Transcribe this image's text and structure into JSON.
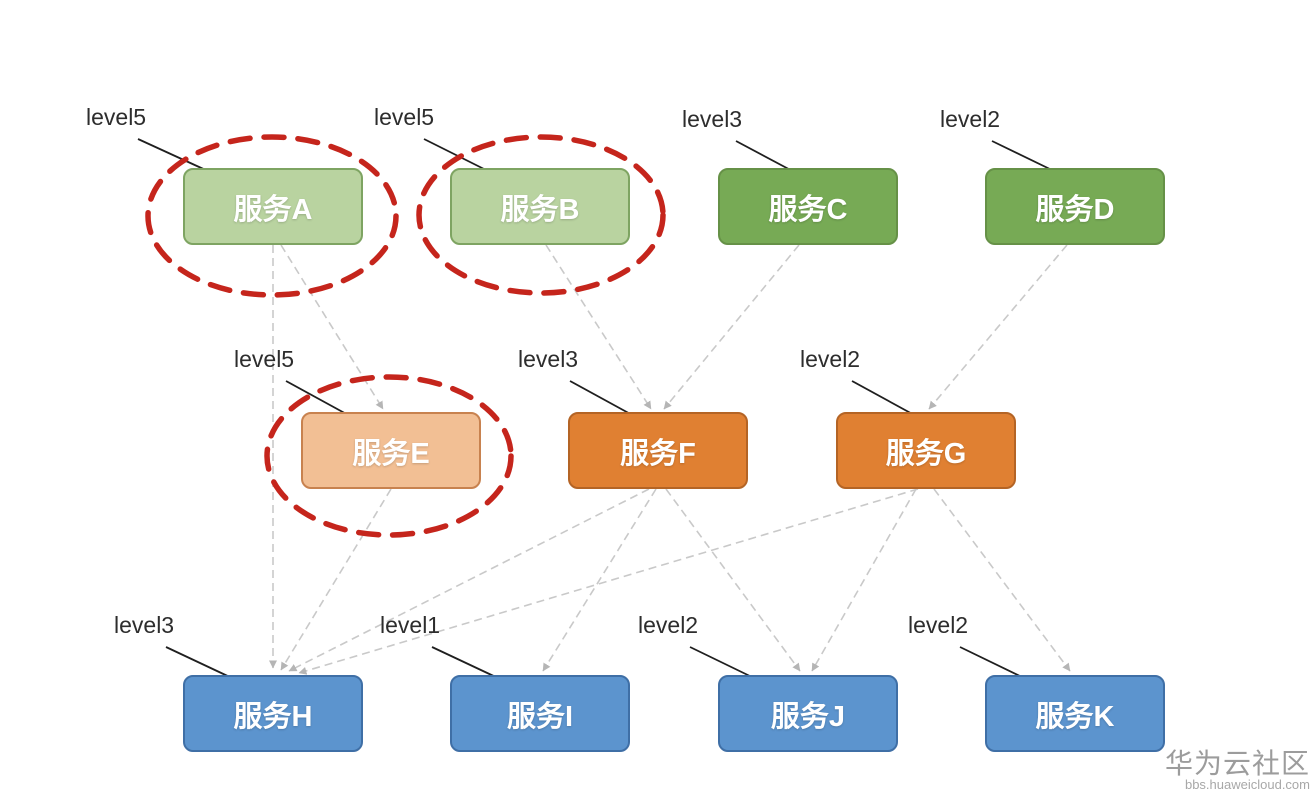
{
  "diagram": {
    "title_hint": "service dependency levels diagram",
    "nodes": [
      {
        "id": "A",
        "label": "服务A",
        "level": "level5",
        "tier": "light-green",
        "highlighted": true
      },
      {
        "id": "B",
        "label": "服务B",
        "level": "level5",
        "tier": "light-green",
        "highlighted": true
      },
      {
        "id": "C",
        "label": "服务C",
        "level": "level3",
        "tier": "dark-green",
        "highlighted": false
      },
      {
        "id": "D",
        "label": "服务D",
        "level": "level2",
        "tier": "dark-green",
        "highlighted": false
      },
      {
        "id": "E",
        "label": "服务E",
        "level": "level5",
        "tier": "light-orange",
        "highlighted": true
      },
      {
        "id": "F",
        "label": "服务F",
        "level": "level3",
        "tier": "orange",
        "highlighted": false
      },
      {
        "id": "G",
        "label": "服务G",
        "level": "level2",
        "tier": "orange",
        "highlighted": false
      },
      {
        "id": "H",
        "label": "服务H",
        "level": "level3",
        "tier": "blue",
        "highlighted": false
      },
      {
        "id": "I",
        "label": "服务I",
        "level": "level1",
        "tier": "blue",
        "highlighted": false
      },
      {
        "id": "J",
        "label": "服务J",
        "level": "level2",
        "tier": "blue",
        "highlighted": false
      },
      {
        "id": "K",
        "label": "服务K",
        "level": "level2",
        "tier": "blue",
        "highlighted": false
      }
    ],
    "edges": [
      {
        "from": "A",
        "to": "H"
      },
      {
        "from": "A",
        "to": "E"
      },
      {
        "from": "B",
        "to": "F"
      },
      {
        "from": "C",
        "to": "F"
      },
      {
        "from": "D",
        "to": "G"
      },
      {
        "from": "E",
        "to": "H"
      },
      {
        "from": "F",
        "to": "H"
      },
      {
        "from": "F",
        "to": "I"
      },
      {
        "from": "F",
        "to": "J"
      },
      {
        "from": "G",
        "to": "H"
      },
      {
        "from": "G",
        "to": "J"
      },
      {
        "from": "G",
        "to": "K"
      }
    ],
    "colors": {
      "lgreen-fill": "#b9d3a0",
      "lgreen-border": "#7ea462",
      "dgreen-fill": "#77aa55",
      "dgreen-border": "#669147",
      "lorange-fill": "#f2bf94",
      "lorange-border": "#c8824f",
      "orange-fill": "#e08032",
      "orange-border": "#b46425",
      "blue-fill": "#5c94ce",
      "blue-border": "#3f6fa6",
      "highlight-red": "#c5251c",
      "edge-gray": "#c9c9c9",
      "arrowhead-gray": "#b5b5b5",
      "pointer-black": "#1f1f1f"
    },
    "watermark": {
      "title": "华为云社区",
      "url": "bbs.huaweicloud.com"
    }
  }
}
